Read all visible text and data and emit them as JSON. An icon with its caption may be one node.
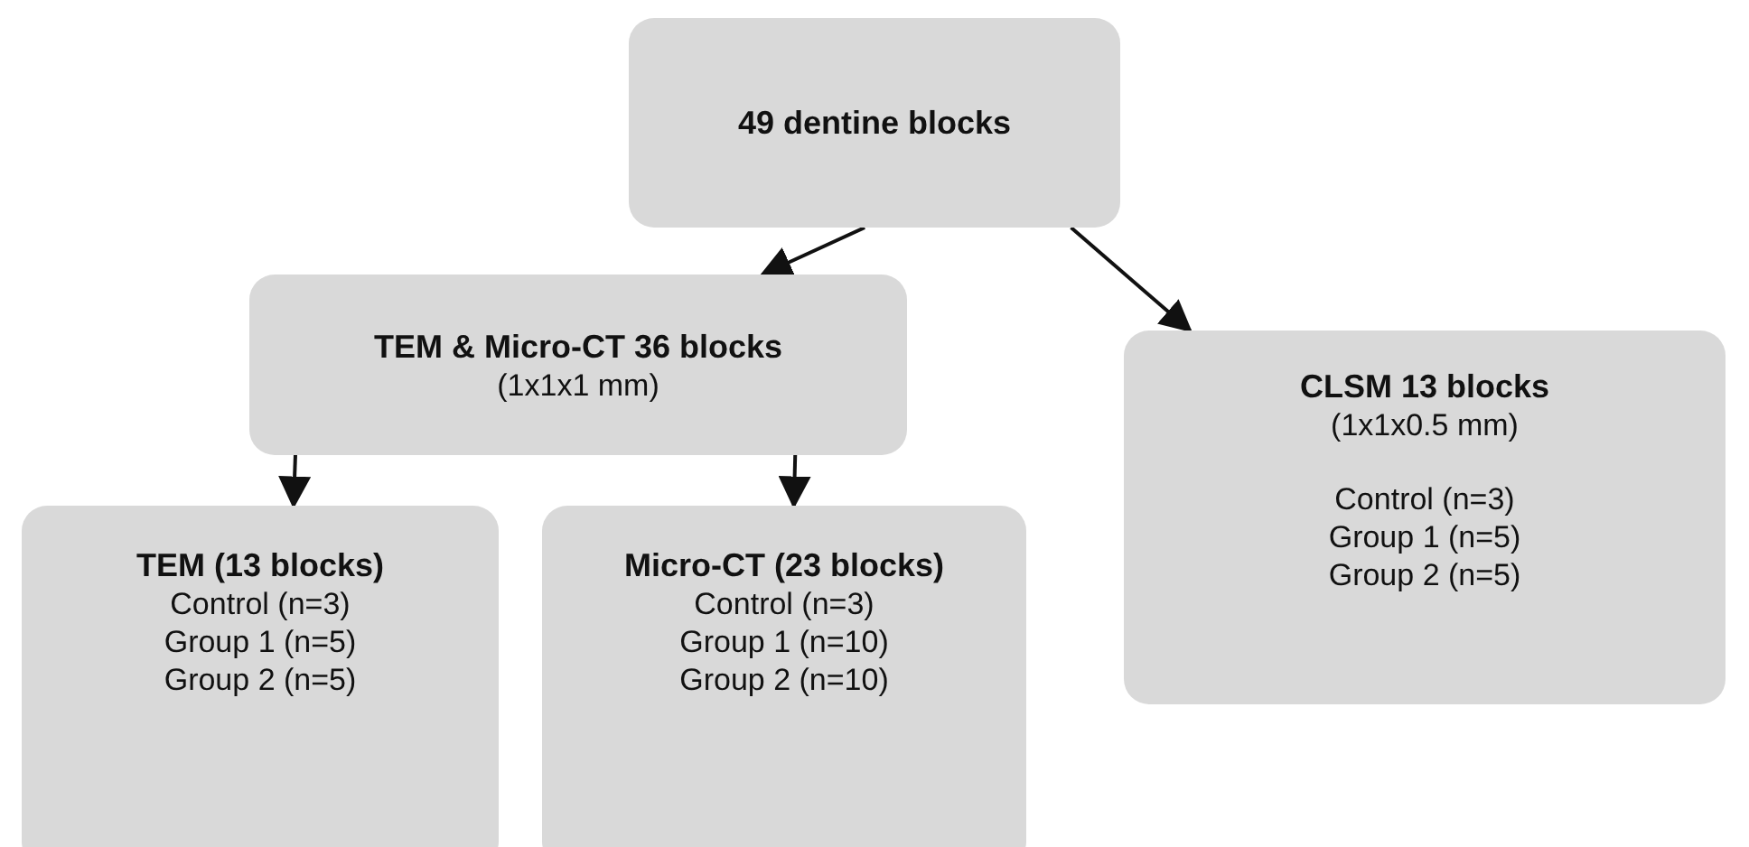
{
  "diagram": {
    "nodes": [
      {
        "text": [
          "49 dentine blocks"
        ]
      },
      {
        "text": [
          "TEM & Micro-CT 36 blocks",
          "(1x1x1 mm)"
        ]
      },
      {
        "text": [
          "CLSM 13 blocks",
          "(1x1x0.5 mm)",
          "Control (n=3)",
          "Group 1 (n=5)",
          "Group 2 (n=5)"
        ]
      },
      {
        "text": [
          "TEM (13 blocks)",
          "Control (n=3)",
          "Group 1 (n=5)",
          "Group 2 (n=5)"
        ]
      },
      {
        "text": [
          "Micro-CT (23 blocks)",
          "Control (n=3)",
          "Group 1 (n=10)",
          "Group 2 (n=10)"
        ]
      }
    ],
    "edges": [
      {
        "from": 0,
        "to": 1,
        "arrow": "to"
      },
      {
        "from": 0,
        "to": 2,
        "arrow": "to"
      },
      {
        "from": 1,
        "to": 3,
        "arrow": "to"
      },
      {
        "from": 1,
        "to": 4,
        "arrow": "to"
      }
    ]
  }
}
